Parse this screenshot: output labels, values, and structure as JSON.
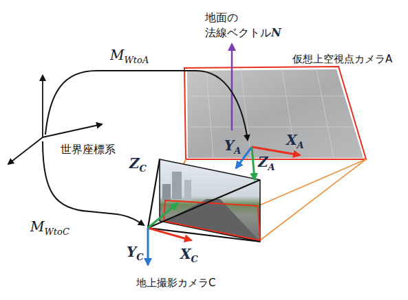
{
  "diagram": {
    "labels": [
      "地面の 法線ベクトル",
      "N",
      "仮想上空視点カメラA",
      "M",
      "WtoA",
      "世界座標系",
      "Y",
      "A",
      "X",
      "A",
      "Z",
      "A",
      "Z",
      "C",
      "M",
      "WtoC",
      "X",
      "C",
      "Y",
      "C",
      "地上撮影カメラC"
    ]
  }
}
